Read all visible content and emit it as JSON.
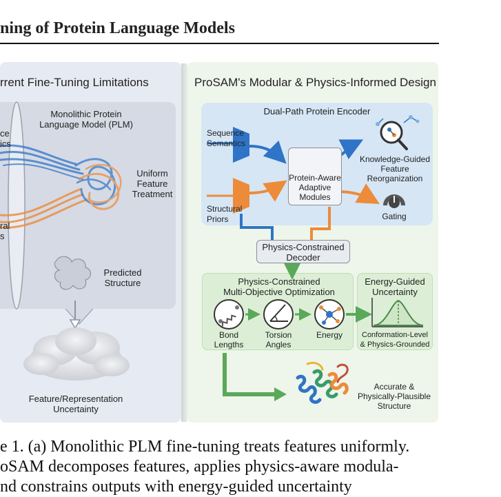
{
  "heading": "ning of Protein Language Models",
  "left_panel": {
    "title": "rrent Fine-Tuning Limitations",
    "plm_title": "Monolithic Protein\nLanguage Model (PLM)",
    "input_top": "ce\nics",
    "input_bottom": "ral\ns",
    "uniform": "Uniform\nFeature\nTreatment",
    "predicted": "Predicted\nStructure",
    "uncertainty": "Feature/Representation\nUncertainty"
  },
  "right_panel": {
    "title": "ProSAM's Modular & Physics-Informed Design",
    "encoder_title": "Dual-Path Protein Encoder",
    "sequence": "Sequence\nSemantics",
    "structural": "Structural\nPriors",
    "adaptive": "Protein-Aware\nAdaptive\nModules",
    "knowledge": "Knowledge-Guided\nFeature\nReorganization",
    "gating": "Gating",
    "decoder": "Physics-Constrained\nDecoder",
    "optimization_title": "Physics-Constrained\nMulti-Objective Optimization",
    "bond": "Bond\nLengths",
    "torsion": "Torsion\nAngles",
    "energy": "Energy",
    "energy_uncertainty_title": "Energy-Guided\nUncertainty",
    "conformation": "Conformation-Level\n& Physics-Grounded",
    "accurate": "Accurate &\nPhysically-Plausible\nStructure"
  },
  "caption": {
    "line1": "e 1. (a) Monolithic PLM fine-tuning treats features uniformly.",
    "line2": "oSAM decomposes features, applies physics-aware modula-",
    "line3": "nd constrains outputs with energy-guided uncertainty"
  },
  "colors": {
    "blue": "#2f74c6",
    "orange": "#ec8b3a",
    "green": "#5aa85a",
    "left_bg": "#e6eaf2",
    "right_bg": "#eef5ea",
    "encoder_bg": "#d6e6f5",
    "opt_bg": "#dcefd6"
  }
}
